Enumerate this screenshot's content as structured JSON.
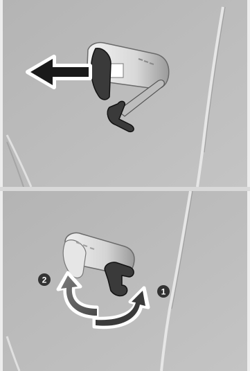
{
  "figure": {
    "background_color": "#b9b9b9",
    "panel_top": {
      "illustration": "pull-tow-hook-cover-outward",
      "arrow": "left-arrow-icon"
    },
    "panel_bottom": {
      "illustration": "rotate-cover-to-close",
      "steps": [
        {
          "label": "1",
          "arrow": "curved-up-arrow-icon"
        },
        {
          "label": "2",
          "arrow": "curved-down-arrow-icon"
        }
      ]
    }
  }
}
